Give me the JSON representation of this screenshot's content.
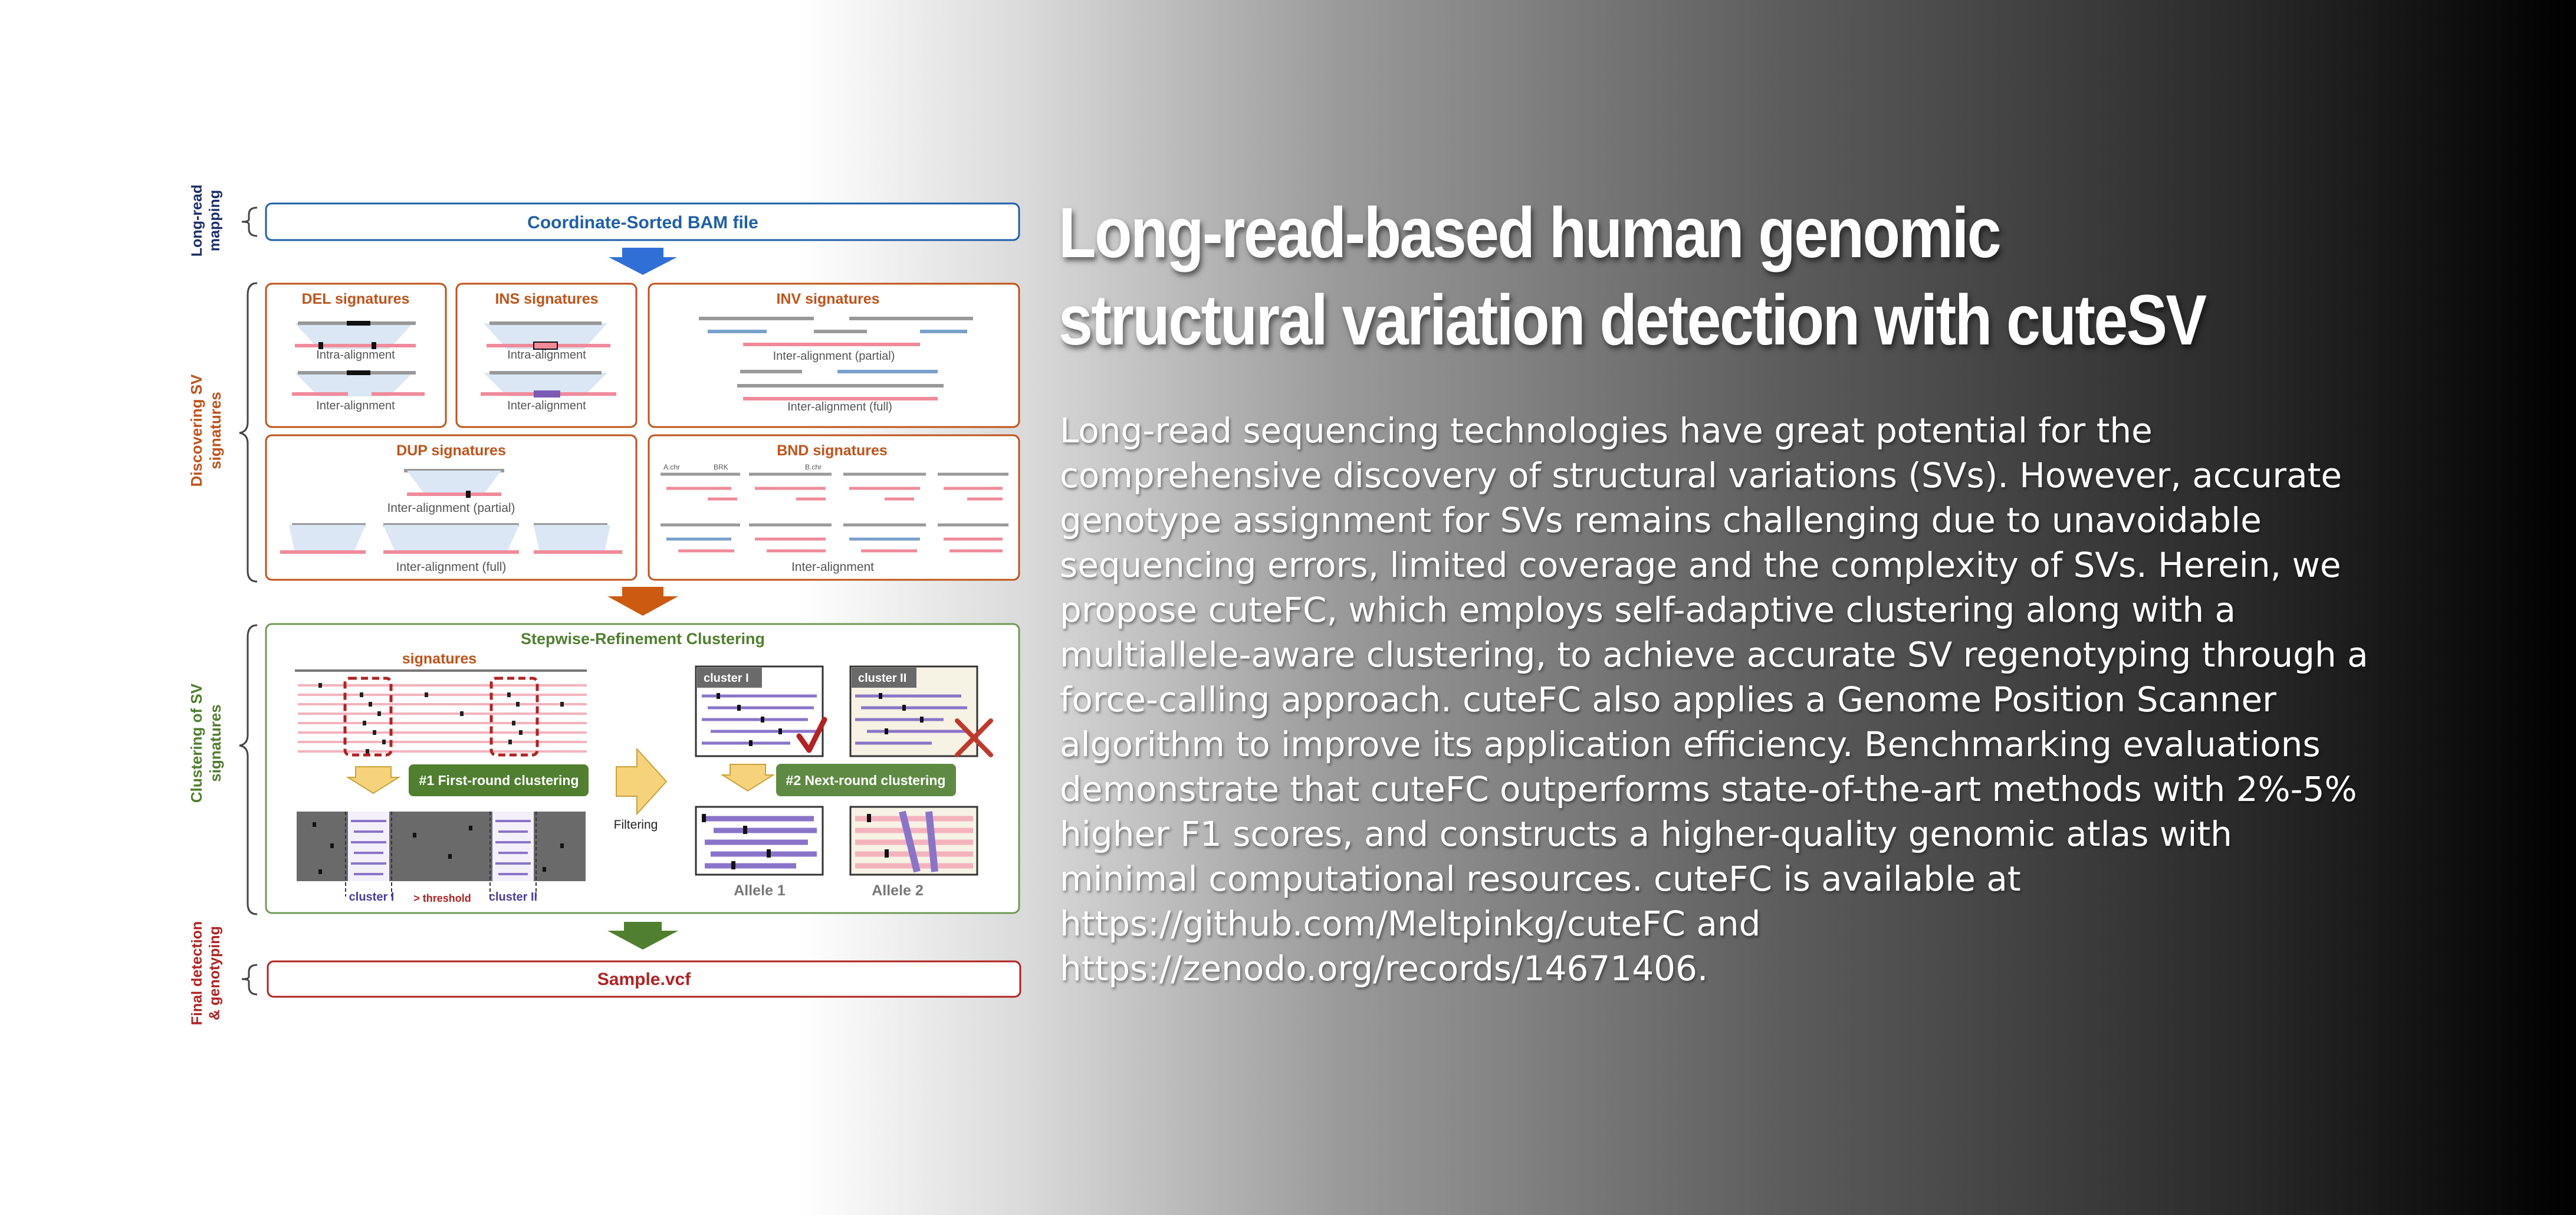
{
  "slide": {
    "title": "Long-read-based human genomic structural variation detection with cuteSV",
    "abstract": "Long-read sequencing technologies have great potential for the comprehensive discovery of structural variations (SVs). However, accurate genotype assignment for SVs remains challenging due to unavoidable sequencing errors, limited coverage and the complexity of SVs. Herein, we propose cuteFC, which employs self-adaptive clustering along with a multiallele-aware clustering, to achieve accurate SV regenotyping through a force-calling approach. cuteFC also applies a Genome Position Scanner algorithm to improve its application efficiency. Benchmarking evaluations demonstrate that cuteFC outperforms state-of-the-art methods with 2%-5% higher F1 scores, and constructs a higher-quality genomic atlas with minimal computational resources. cuteFC is available at https://github.com/Meltpinkg/cuteFC and https://zenodo.org/records/14671406."
  },
  "diagram": {
    "colors": {
      "blue": "#1f5fa8",
      "orange": "#c0531a",
      "green": "#4f7f2f",
      "red": "#b22222",
      "read_pink": "#f08a9a",
      "read_grey": "#8a8a8a",
      "purple": "#7b5bb5"
    },
    "stages": {
      "mapping": [
        "Long-read",
        "mapping"
      ],
      "discovering": [
        "Discovering SV",
        "signatures"
      ],
      "clustering": [
        "Clustering of SV",
        "signatures"
      ],
      "final": [
        "Final detection",
        "& genotyping"
      ]
    },
    "bam_file": "Coordinate-Sorted BAM file",
    "del": {
      "title": "DEL signatures",
      "intra": "Intra-alignment",
      "inter": "Inter-alignment"
    },
    "ins": {
      "title": "INS signatures",
      "intra": "Intra-alignment",
      "inter": "Inter-alignment"
    },
    "inv": {
      "title": "INV signatures",
      "partial": "Inter-alignment (partial)",
      "full": "Inter-alignment (full)"
    },
    "dup": {
      "title": "DUP signatures",
      "partial": "Inter-alignment (partial)",
      "full": "Inter-alignment (full)"
    },
    "bnd": {
      "title": "BND signatures",
      "inter": "Inter-alignment",
      "chr_a": "A.chr",
      "chr_b": "B.chr",
      "brk": "BRK"
    },
    "clustering": {
      "title": "Stepwise-Refinement Clustering",
      "signatures": "signatures",
      "first_round": "#1 First-round clustering",
      "next_round": "#2 Next-round clustering",
      "filtering": "Filtering",
      "cluster_1": "cluster I",
      "cluster_2": "cluster II",
      "threshold": "> threshold",
      "allele_1": "Allele 1",
      "allele_2": "Allele 2"
    },
    "output_file": "Sample.vcf"
  }
}
